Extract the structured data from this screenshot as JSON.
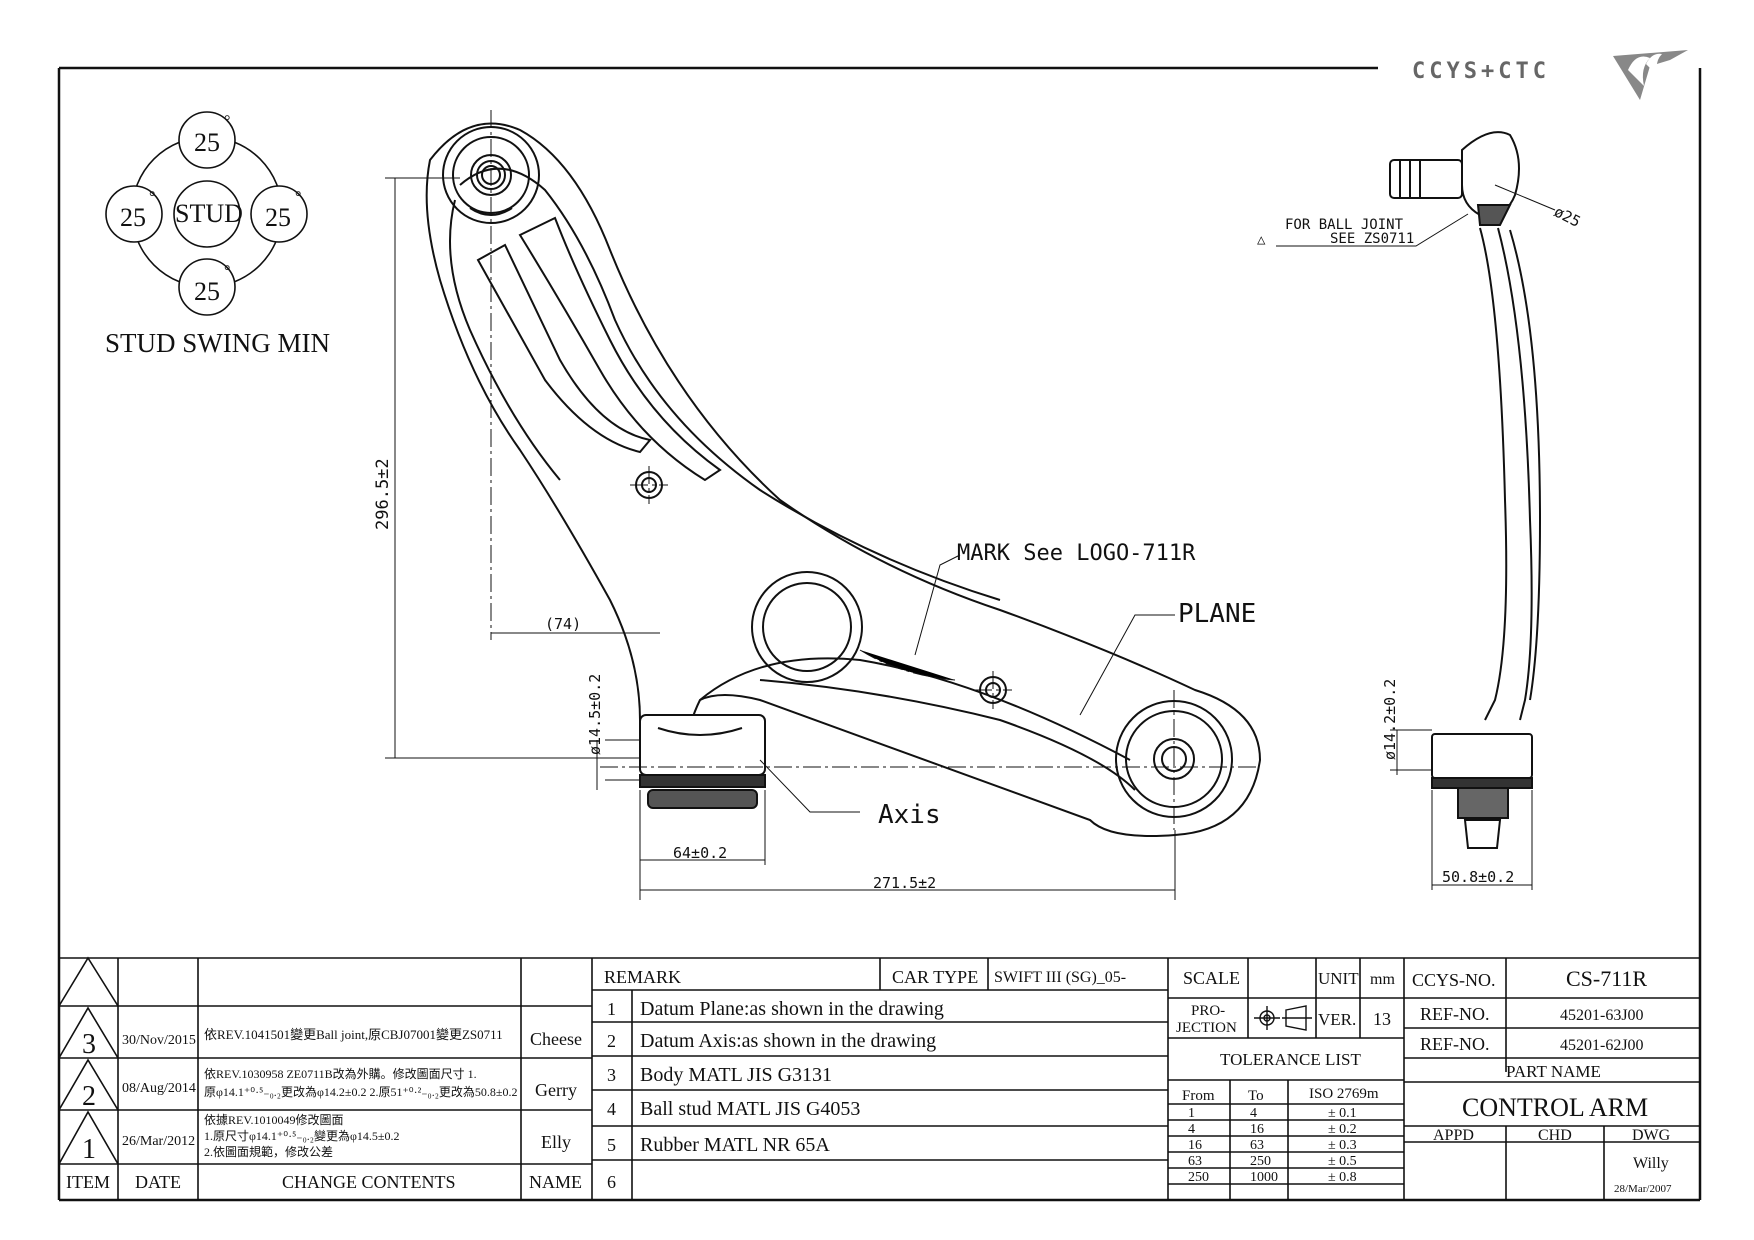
{
  "logo": {
    "text": "CCYS+CTC"
  },
  "swing": {
    "top": "25",
    "left": "25",
    "right": "25",
    "bottom": "25",
    "deg": "°",
    "center": "STUD",
    "caption": "STUD SWING MIN"
  },
  "annotations": {
    "mark": "MARK See LOGO-711R",
    "plane": "PLANE",
    "axis": "Axis",
    "ball_joint_1": "FOR BALL JOINT",
    "ball_joint_2": "SEE ZS0711",
    "tri": "△"
  },
  "dims": {
    "height": "296.5±2",
    "offset": "(74)",
    "bush_dia": "ø14.5±0.2",
    "bush_w": "64±0.2",
    "length": "271.5±2",
    "side_dia": "ø14.2±0.2",
    "side_w": "50.8±0.2",
    "stud_dia": "ø25"
  },
  "revisions": {
    "rows": [
      {
        "item": "3",
        "date": "30/Nov/2015",
        "content": [
          "依REV.1041501變更Ball joint,原CBJ07001變更ZS0711"
        ],
        "name": "Cheese"
      },
      {
        "item": "2",
        "date": "08/Aug/2014",
        "content": [
          "依REV.1030958  ZE0711B改為外購。修改圖面尺寸 1.",
          "原φ14.1⁺⁰·⁵₋₀.₂更改為φ14.2±0.2  2.原51⁺⁰·²₋₀.₂更改為50.8±0.2"
        ],
        "name": "Gerry"
      },
      {
        "item": "1",
        "date": "26/Mar/2012",
        "content": [
          "依據REV.1010049修改圖面",
          "1.原尺寸φ14.1⁺⁰·⁵₋₀.₂變更為φ14.5±0.2",
          "2.依圖面規範，修改公差"
        ],
        "name": "Elly"
      }
    ],
    "headers": {
      "item": "ITEM",
      "date": "DATE",
      "content": "CHANGE CONTENTS",
      "name": "NAME"
    }
  },
  "remark": {
    "label": "REMARK",
    "car_type_label": "CAR TYPE",
    "car_type": "SWIFT III (SG)_05-",
    "items": [
      {
        "n": "1",
        "text": "Datum Plane:as shown in the drawing"
      },
      {
        "n": "2",
        "text": "Datum Axis:as shown in the drawing"
      },
      {
        "n": "3",
        "text": "Body MATL JIS G3131"
      },
      {
        "n": "4",
        "text": "Ball stud MATL JIS G4053"
      },
      {
        "n": "5",
        "text": "Rubber MATL NR 65A"
      },
      {
        "n": "6",
        "text": ""
      }
    ]
  },
  "scale": {
    "scale_label": "SCALE",
    "scale_value": "",
    "unit_label": "UNIT",
    "unit_value": "mm",
    "projection_1": "PRO-",
    "projection_2": "JECTION",
    "ver_label": "VER.",
    "ver_value": "13",
    "tolerance_title": "TOLERANCE LIST",
    "tol_headers": {
      "from": "From",
      "to": "To",
      "iso": "ISO 2769m"
    },
    "tolerances": [
      {
        "from": "1",
        "to": "4",
        "tol": "± 0.1"
      },
      {
        "from": "4",
        "to": "16",
        "tol": "± 0.2"
      },
      {
        "from": "16",
        "to": "63",
        "tol": "± 0.3"
      },
      {
        "from": "63",
        "to": "250",
        "tol": "± 0.5"
      },
      {
        "from": "250",
        "to": "1000",
        "tol": "± 0.8"
      }
    ]
  },
  "titleblock": {
    "ccys_label": "CCYS-NO.",
    "ccys_value": "CS-711R",
    "ref1_label": "REF-NO.",
    "ref1_value": "45201-63J00",
    "ref2_label": "REF-NO.",
    "ref2_value": "45201-62J00",
    "part_name_label": "PART NAME",
    "part_name": "CONTROL ARM",
    "appd": "APPD",
    "chd": "CHD",
    "dwg": "DWG",
    "drawer": "Willy",
    "date": "28/Mar/2007"
  }
}
